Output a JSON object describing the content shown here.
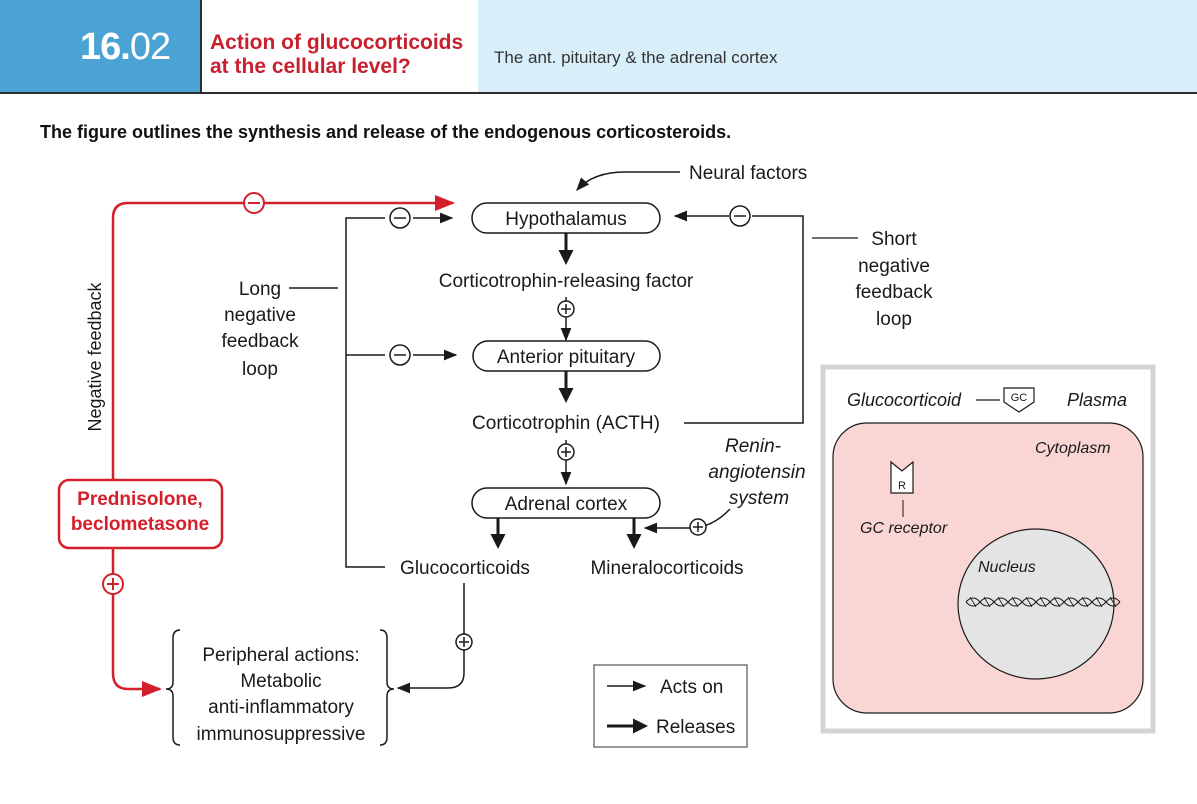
{
  "header": {
    "number_major": "16.",
    "number_minor": "02",
    "title_line1": "Action of glucocorticoids",
    "title_line2": "at the cellular level?",
    "subtitle": "The ant. pituitary & the adrenal cortex"
  },
  "intro": "The figure outlines the synthesis and release of the endogenous corticosteroids.",
  "nodes": {
    "neural_factors": "Neural factors",
    "hypothalamus": "Hypothalamus",
    "crf": "Corticotrophin-releasing factor",
    "anterior_pituitary": "Anterior pituitary",
    "acth": "Corticotrophin (ACTH)",
    "adrenal_cortex": "Adrenal cortex",
    "glucocorticoids": "Glucocorticoids",
    "mineralocorticoids": "Mineralocorticoids",
    "renin_1": "Renin-",
    "renin_2": "angiotensin",
    "renin_3": "system",
    "drug_1": "Prednisolone,",
    "drug_2": "beclometasone",
    "negative_feedback": "Negative feedback",
    "long_1": "Long",
    "long_2": "negative",
    "long_3": "feedback",
    "long_4": "loop",
    "short_1": "Short",
    "short_2": "negative",
    "short_3": "feedback",
    "short_4": "loop",
    "peripheral_1": "Peripheral actions:",
    "peripheral_2": "Metabolic",
    "peripheral_3": "anti-inflammatory",
    "peripheral_4": "immunosuppressive"
  },
  "signs": {
    "plus": "+",
    "minus": "−"
  },
  "legend": {
    "acts_on": "Acts on",
    "releases": "Releases"
  },
  "cell": {
    "glucocorticoid": "Glucocorticoid",
    "gc_badge": "GC",
    "plasma": "Plasma",
    "cytoplasm": "Cytoplasm",
    "receptor_badge": "R",
    "gc_receptor": "GC receptor",
    "nucleus": "Nucleus"
  },
  "colors": {
    "accent_red": "#c8202f",
    "header_blue": "#4aa3d4",
    "header_light": "#d8eef8",
    "cell_pink": "#f9d6d4",
    "nucleus_grey": "#e4e4e4"
  }
}
